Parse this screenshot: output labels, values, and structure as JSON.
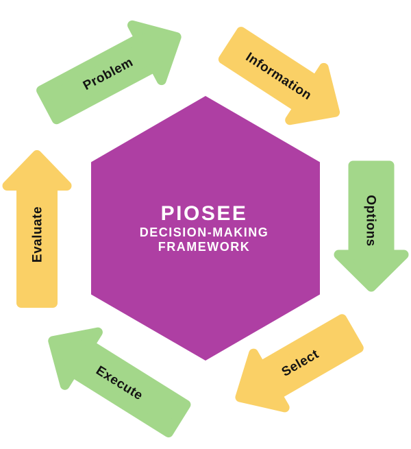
{
  "diagram": {
    "title": "PIOSEE",
    "subtitle_line1": "DECISION-MAKING",
    "subtitle_line2": "FRAMEWORK",
    "hexagon_color": "#AE3FA3",
    "title_text_color": "#FFFFFF",
    "arrow_label_color": "#131313",
    "background_color": "#FFFFFF",
    "green_color": "#A3D78A",
    "yellow_color": "#FAD066"
  },
  "arrows": [
    {
      "id": "problem",
      "label": "Problem",
      "color": "#A3D78A"
    },
    {
      "id": "information",
      "label": "Information",
      "color": "#FAD066"
    },
    {
      "id": "options",
      "label": "Options",
      "color": "#A3D78A"
    },
    {
      "id": "select",
      "label": "Select",
      "color": "#FAD066"
    },
    {
      "id": "execute",
      "label": "Execute",
      "color": "#A3D78A"
    },
    {
      "id": "evaluate",
      "label": "Evaluate",
      "color": "#FAD066"
    }
  ]
}
